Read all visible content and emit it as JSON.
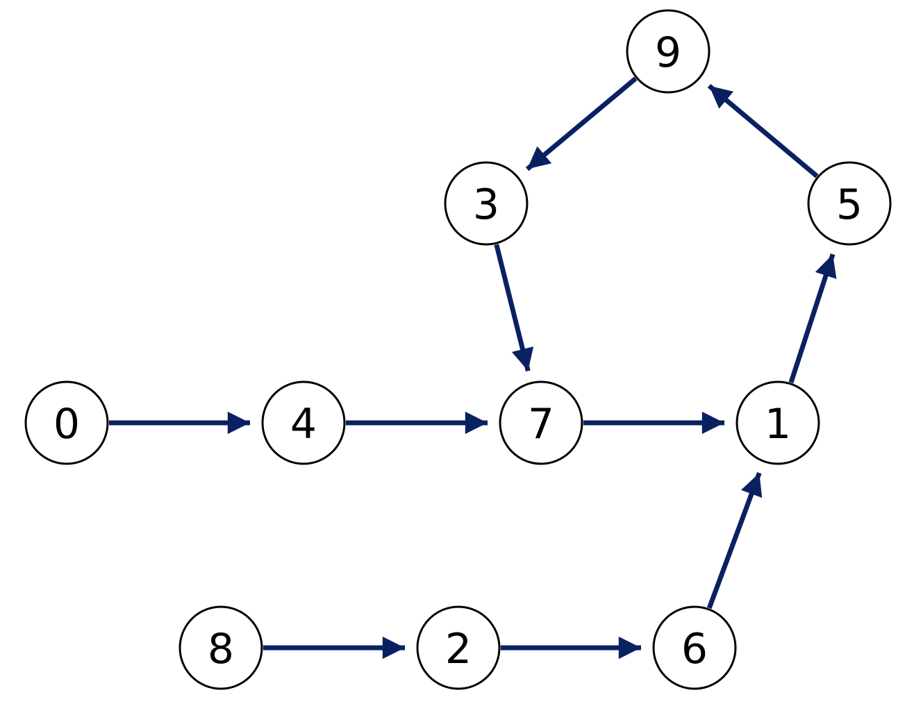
{
  "colors": {
    "edge": "#0a2161",
    "node_stroke": "#000000",
    "node_fill": "#ffffff"
  },
  "nodes": [
    {
      "id": "0",
      "label": "0"
    },
    {
      "id": "4",
      "label": "4"
    },
    {
      "id": "7",
      "label": "7"
    },
    {
      "id": "1",
      "label": "1"
    },
    {
      "id": "3",
      "label": "3"
    },
    {
      "id": "9",
      "label": "9"
    },
    {
      "id": "5",
      "label": "5"
    },
    {
      "id": "8",
      "label": "8"
    },
    {
      "id": "2",
      "label": "2"
    },
    {
      "id": "6",
      "label": "6"
    }
  ],
  "edges": [
    {
      "from": "0",
      "to": "4"
    },
    {
      "from": "4",
      "to": "7"
    },
    {
      "from": "7",
      "to": "1"
    },
    {
      "from": "1",
      "to": "5"
    },
    {
      "from": "5",
      "to": "9"
    },
    {
      "from": "9",
      "to": "3"
    },
    {
      "from": "3",
      "to": "7"
    },
    {
      "from": "8",
      "to": "2"
    },
    {
      "from": "2",
      "to": "6"
    },
    {
      "from": "6",
      "to": "1"
    }
  ]
}
